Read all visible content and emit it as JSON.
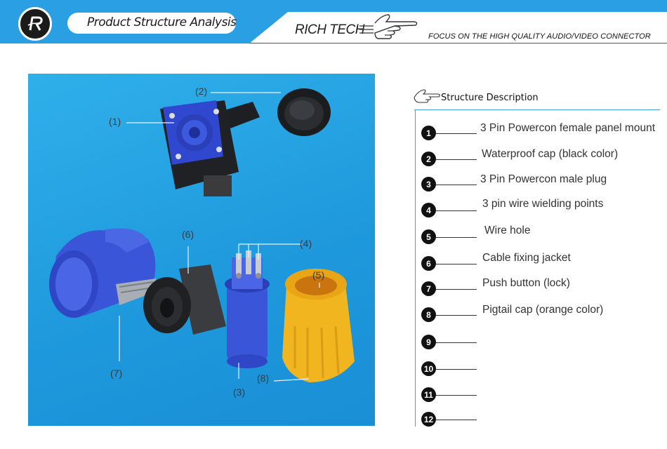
{
  "header": {
    "title": "Product Structure Analysis",
    "brand": "RICH TECH",
    "slogan": "FOCUS ON THE HIGH QUALITY AUDIO/VIDEO CONNECTOR",
    "accent_color": "#2a9fe4"
  },
  "figure": {
    "callouts": [
      "(1)",
      "(2)",
      "(3)",
      "(4)",
      "(5)",
      "(6)",
      "(7)",
      "(8)"
    ]
  },
  "structure": {
    "heading": "Structure Description",
    "items": [
      {
        "num": "1",
        "text": "3 Pin Powercon female panel mount"
      },
      {
        "num": "2",
        "text": "Waterproof cap (black color)"
      },
      {
        "num": "3",
        "text": "3 Pin Powercon male plug"
      },
      {
        "num": "4",
        "text": "3 pin wire wielding points"
      },
      {
        "num": "5",
        "text": "Wire hole"
      },
      {
        "num": "6",
        "text": "Cable fixing jacket"
      },
      {
        "num": "7",
        "text": "Push button (lock)"
      },
      {
        "num": "8",
        "text": "Pigtail cap (orange color)"
      },
      {
        "num": "9",
        "text": ""
      },
      {
        "num": "10",
        "text": ""
      },
      {
        "num": "11",
        "text": ""
      },
      {
        "num": "12",
        "text": ""
      }
    ]
  }
}
